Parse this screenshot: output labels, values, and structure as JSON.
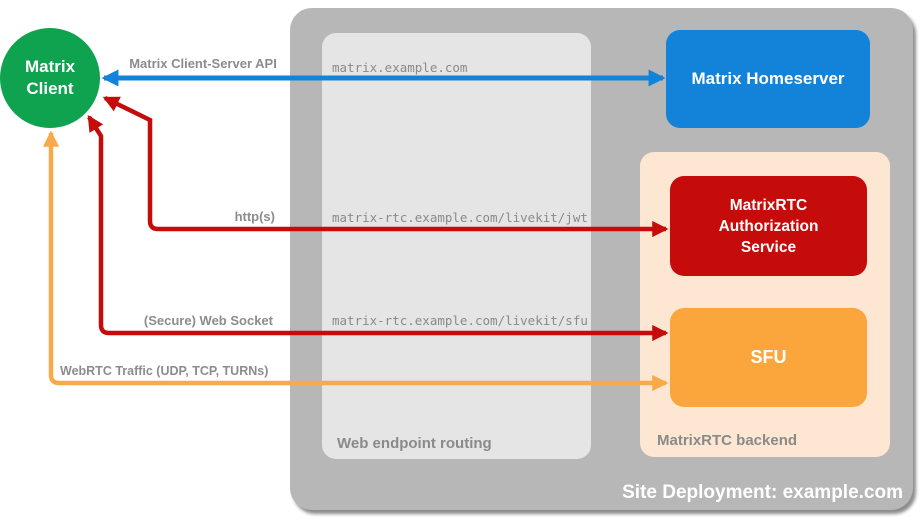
{
  "diagram": {
    "title": "Site Deployment: example.com",
    "client": {
      "label": "Matrix Client"
    },
    "homeserver": {
      "label": "Matrix Homeserver"
    },
    "web_routing": {
      "label": "Web endpoint routing",
      "endpoints": [
        "matrix.example.com",
        "matrix-rtc.example.com/livekit/jwt",
        "matrix-rtc.example.com/livekit/sfu"
      ]
    },
    "rtc_backend": {
      "label": "MatrixRTC backend",
      "auth_service": {
        "label": "MatrixRTC Authorization Service"
      },
      "sfu": {
        "label": "SFU"
      }
    },
    "connections": [
      {
        "label": "Matrix Client-Server API",
        "from": "Matrix Client",
        "to": "Matrix Homeserver",
        "color": "#1283d8",
        "bidirectional": true
      },
      {
        "label": "http(s)",
        "from": "Matrix Client",
        "to": "MatrixRTC Authorization Service",
        "color": "#c60b0b",
        "bidirectional": true
      },
      {
        "label": "(Secure) Web Socket",
        "from": "Matrix Client",
        "to": "SFU",
        "color": "#c60b0b",
        "bidirectional": true
      },
      {
        "label": "WebRTC Traffic (UDP, TCP, TURNs)",
        "from": "Matrix Client",
        "to": "SFU",
        "color": "#f8a94a",
        "bidirectional": true
      }
    ],
    "colors": {
      "client_green": "#0fa24f",
      "homeserver_blue": "#1283d8",
      "auth_red": "#c60b0b",
      "sfu_orange": "#faa63d",
      "webrtc_arrow_orange": "#f8a94a",
      "backend_peach": "#fde7d2",
      "outer_gray": "#b7b7b7",
      "routing_gray": "#e5e5e5",
      "label_gray": "#8c8c8c",
      "text_white": "#ffffff"
    }
  }
}
